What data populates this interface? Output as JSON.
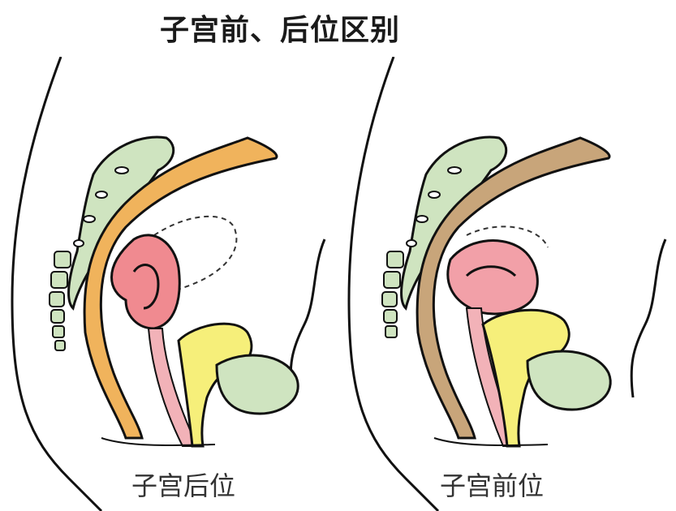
{
  "title": "子宫前、后位区别",
  "panels": [
    {
      "label": "子宫后位",
      "uterus_position": "retroverted",
      "colors": {
        "rectum": "#f0b35c",
        "uterus": "#f08a90",
        "bladder": "#f6ef7a",
        "bone": "#cfe4c0",
        "pubis": "#cfe4c0"
      }
    },
    {
      "label": "子宫前位",
      "uterus_position": "anteverted",
      "colors": {
        "rectum": "#c8a57a",
        "uterus": "#f2a0a8",
        "bladder": "#f6ef7a",
        "bone": "#cfe4c0",
        "pubis": "#cfe4c0"
      }
    }
  ]
}
